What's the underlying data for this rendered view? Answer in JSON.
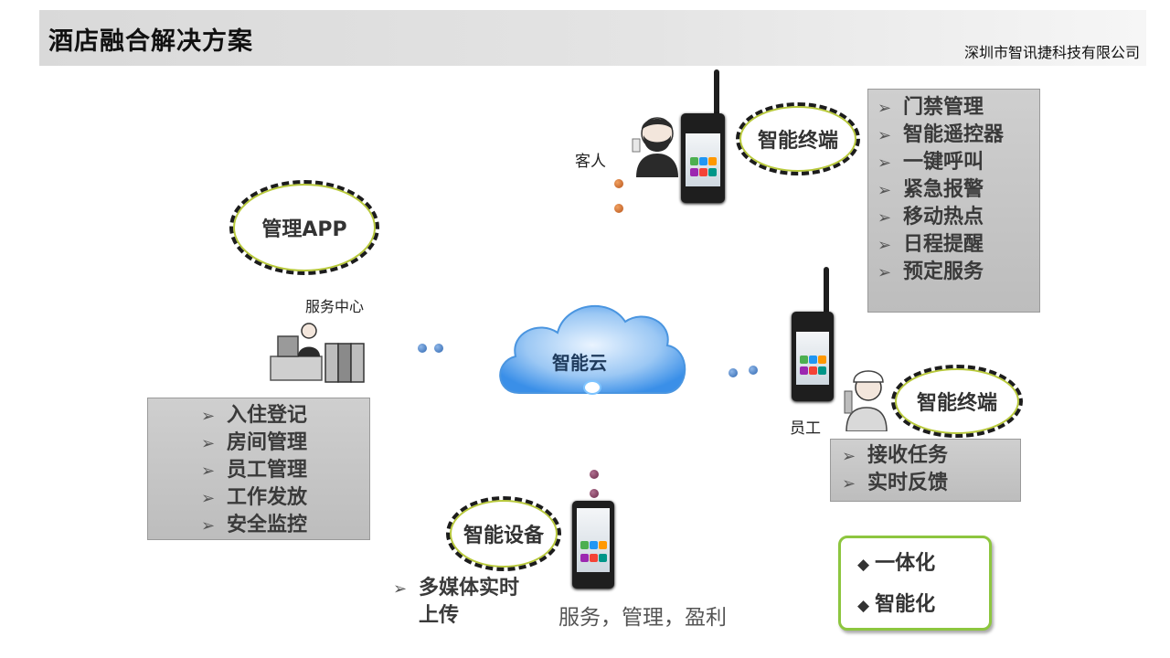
{
  "header": {
    "title": "酒店融合解决方案",
    "company": "深圳市智讯捷科技有限公司"
  },
  "cloud": {
    "label": "智能云"
  },
  "guest": {
    "role_label": "客人",
    "terminal_label": "智能终端",
    "items": [
      "门禁管理",
      "智能遥控器",
      "一键呼叫",
      "紧急报警",
      "移动热点",
      "日程提醒",
      "预定服务"
    ]
  },
  "service_center": {
    "app_label": "管理APP",
    "center_label": "服务中心",
    "items": [
      "入住登记",
      "房间管理",
      "员工管理",
      "工作发放",
      "安全监控"
    ]
  },
  "staff": {
    "role_label": "员工",
    "terminal_label": "智能终端",
    "items": [
      "接收任务",
      "实时反馈"
    ]
  },
  "device": {
    "label": "智能设备",
    "item_line1": "多媒体实时",
    "item_line2": "上传"
  },
  "tagline": "服务，管理，盈利",
  "features": [
    "一体化",
    "智能化"
  ],
  "icons": {
    "bullet": "chevron-right-icon",
    "feature_bullet": "diamond-icon"
  },
  "colors": {
    "accent_green": "#8dc63f",
    "dashed_outline": "#1c1c1c",
    "cloud_blue": "#3a8fe8"
  }
}
